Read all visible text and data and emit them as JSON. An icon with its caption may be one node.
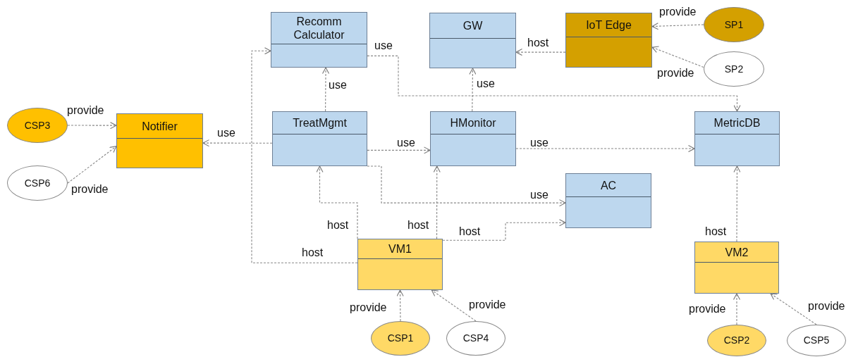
{
  "diagram": {
    "nodes": [
      {
        "text": [
          "Recomm Calculator"
        ]
      },
      {
        "text": [
          "GW"
        ]
      },
      {
        "text": [
          "IoT Edge"
        ]
      },
      {
        "text": [
          "SP1"
        ]
      },
      {
        "text": [
          "SP2"
        ]
      },
      {
        "text": [
          "CSP3"
        ]
      },
      {
        "text": [
          "CSP6"
        ]
      },
      {
        "text": [
          "Notifier"
        ]
      },
      {
        "text": [
          "TreatMgmt"
        ]
      },
      {
        "text": [
          "HMonitor"
        ]
      },
      {
        "text": [
          "MetricDB"
        ]
      },
      {
        "text": [
          "AC"
        ]
      },
      {
        "text": [
          "VM1"
        ]
      },
      {
        "text": [
          "VM2"
        ]
      },
      {
        "text": [
          "CSP1"
        ]
      },
      {
        "text": [
          "CSP4"
        ]
      },
      {
        "text": [
          "CSP2"
        ]
      },
      {
        "text": [
          "CSP5"
        ]
      }
    ],
    "edges": [
      {
        "from": 3,
        "to": 2,
        "arrow": "to",
        "label": "provide"
      },
      {
        "from": 4,
        "to": 2,
        "arrow": "to",
        "label": "provide"
      },
      {
        "from": 2,
        "to": 1,
        "arrow": "to",
        "label": "host"
      },
      {
        "from": 5,
        "to": 7,
        "arrow": "to",
        "label": "provide"
      },
      {
        "from": 6,
        "to": 7,
        "arrow": "to",
        "label": "provide"
      },
      {
        "from": 8,
        "to": 7,
        "arrow": "to",
        "label": "use"
      },
      {
        "from": 8,
        "to": 0,
        "arrow": "to",
        "label": "use"
      },
      {
        "from": 9,
        "to": 1,
        "arrow": "to",
        "label": "use"
      },
      {
        "from": 0,
        "to": 10,
        "arrow": "to",
        "label": "use"
      },
      {
        "from": 8,
        "to": 9,
        "arrow": "to",
        "label": "use"
      },
      {
        "from": 9,
        "to": 10,
        "arrow": "to",
        "label": "use"
      },
      {
        "from": 8,
        "to": 11,
        "arrow": "to",
        "label": "use"
      },
      {
        "from": 12,
        "to": 8,
        "arrow": "to",
        "label": "host"
      },
      {
        "from": 12,
        "to": 9,
        "arrow": "to",
        "label": "host"
      },
      {
        "from": 12,
        "to": 11,
        "arrow": "to",
        "label": "host"
      },
      {
        "from": 12,
        "to": 0,
        "arrow": "to",
        "label": "host"
      },
      {
        "from": 13,
        "to": 10,
        "arrow": "to",
        "label": "host"
      },
      {
        "from": 14,
        "to": 12,
        "arrow": "to",
        "label": "provide"
      },
      {
        "from": 15,
        "to": 12,
        "arrow": "to",
        "label": "provide"
      },
      {
        "from": 16,
        "to": 13,
        "arrow": "to",
        "label": "provide"
      },
      {
        "from": 17,
        "to": 13,
        "arrow": "to",
        "label": "provide"
      }
    ]
  }
}
